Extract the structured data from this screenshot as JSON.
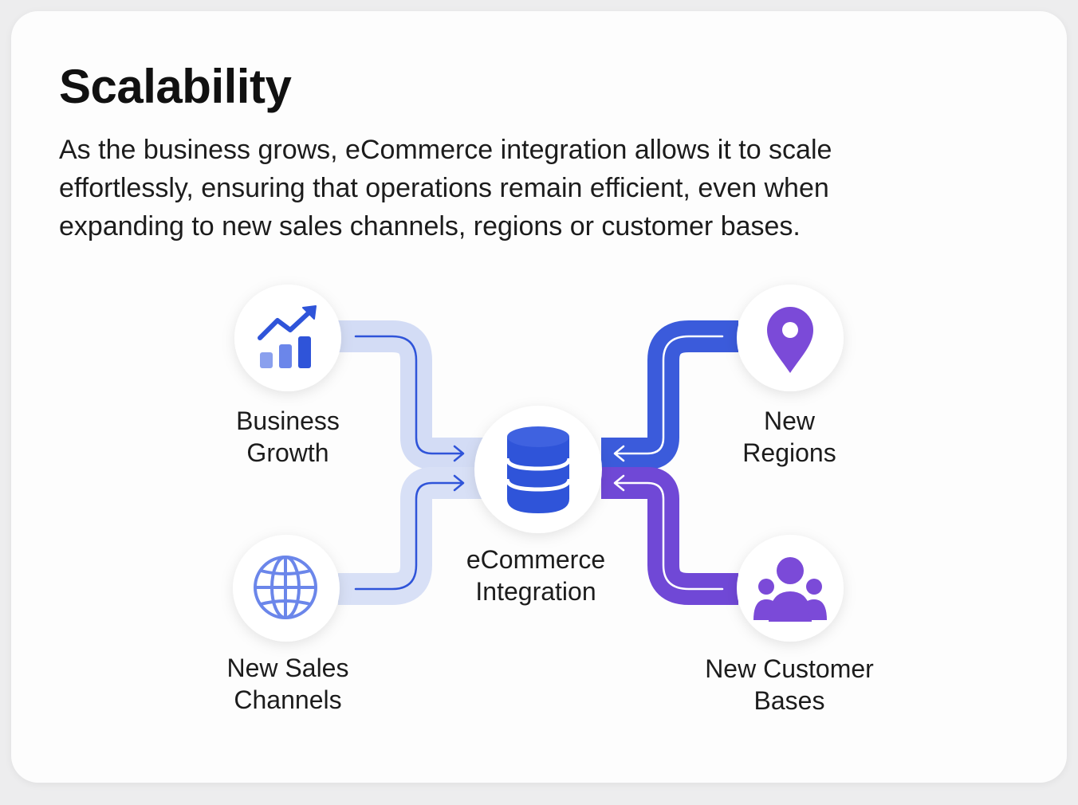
{
  "title": "Scalability",
  "description": "As the business grows, eCommerce integration allows it to scale effortlessly, ensuring that operations remain efficient, even when expanding to new sales channels, regions or customer bases.",
  "nodes": {
    "business_growth": {
      "line1": "Business",
      "line2": "Growth",
      "icon": "growth-chart-icon"
    },
    "new_sales_channels": {
      "line1": "New Sales",
      "line2": "Channels",
      "icon": "globe-icon"
    },
    "ecommerce_integration": {
      "line1": "eCommerce",
      "line2": "Integration",
      "icon": "database-icon"
    },
    "new_regions": {
      "line1": "New",
      "line2": "Regions",
      "icon": "location-pin-icon"
    },
    "new_customer_bases": {
      "line1": "New Customer",
      "line2": "Bases",
      "icon": "users-icon"
    }
  },
  "colors": {
    "light_blue_band": "#d3dcf5",
    "blue_band": "#3b5bdb",
    "purple_band": "#7048d6",
    "blue_icon": "#2f54d9",
    "light_blue_icon": "#6b86ea",
    "purple_icon": "#7b4ad8"
  }
}
